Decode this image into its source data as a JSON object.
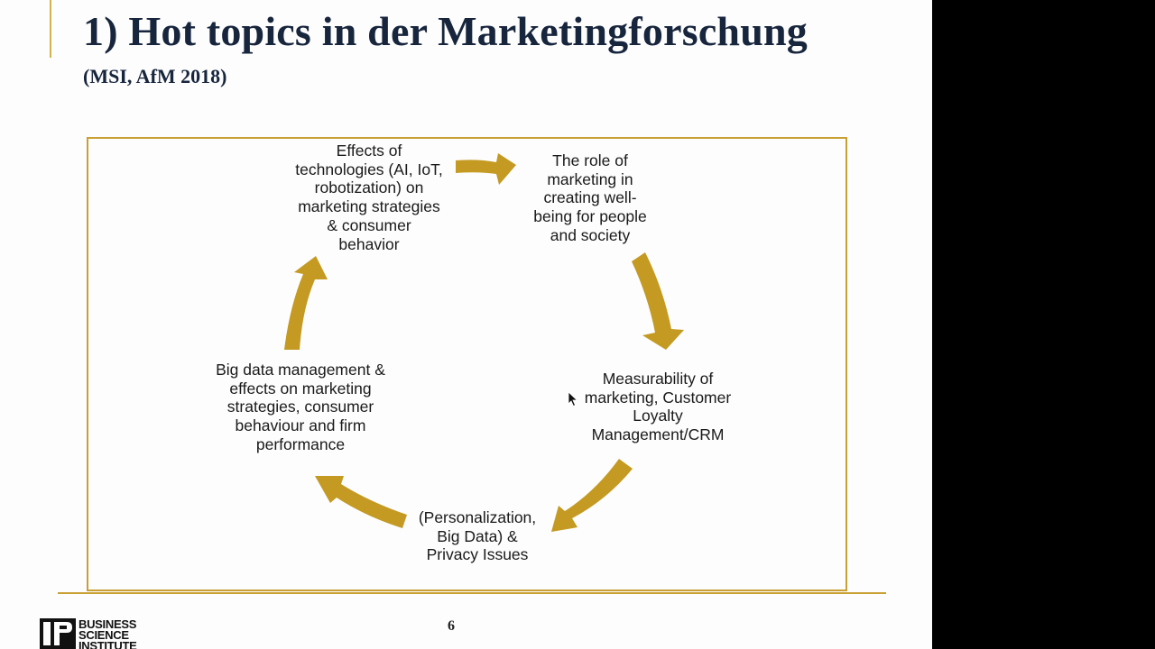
{
  "slide": {
    "title": "1) Hot topics in der Marketingforschung",
    "subtitle": "(MSI, AfM 2018)",
    "page_number": "6"
  },
  "cycle": {
    "nodes": [
      {
        "id": "technologies",
        "text": "Effects of\ntechnologies (AI, IoT,\nrobotization) on\nmarketing strategies\n& consumer\nbehavior"
      },
      {
        "id": "well-being",
        "text": "The role of\nmarketing in\ncreating well-\nbeing for people\nand society"
      },
      {
        "id": "measurability",
        "text": "Measurability of\nmarketing, Customer\nLoyalty\nManagement/CRM"
      },
      {
        "id": "privacy",
        "text": "(Personalization,\nBig Data) &\nPrivacy Issues"
      },
      {
        "id": "big-data",
        "text": "Big data management &\neffects on marketing\nstrategies, consumer\nbehaviour and firm\nperformance"
      }
    ],
    "arrow_color": "#c49a22",
    "frame_color": "#c9a033"
  },
  "logo": {
    "lines": [
      "BUSINESS",
      "SCIENCE",
      "INSTITUTE"
    ]
  },
  "colors": {
    "title": "#17253d",
    "text": "#1a1a1a",
    "background": "#fdfdfd"
  }
}
